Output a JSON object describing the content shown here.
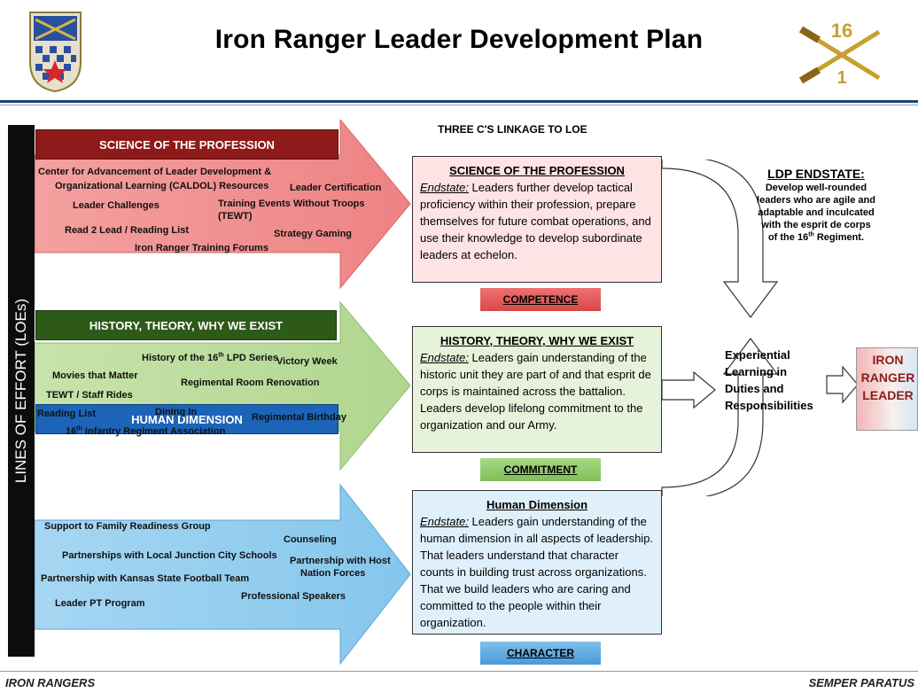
{
  "header": {
    "title": "Iron Ranger Leader Development Plan",
    "crest_emblem": "regimental-crest",
    "rifles_emblem": "crossed-rifles",
    "rifles_numbers": [
      "16",
      "1"
    ]
  },
  "sidebar": {
    "loe_label": "LINES OF EFFORT (LOEs)"
  },
  "linkage_title": "THREE C'S LINKAGE TO LOE",
  "arrows": [
    {
      "header": "SCIENCE OF THE PROFESSION",
      "color": "#f08a8a",
      "items": [
        "Center for Advancement of Leader Development &",
        "Organizational Learning (CALDOL) Resources",
        "Leader Certification",
        "Leader Challenges",
        "Training Events Without Troops",
        "(TEWT)",
        "Read 2 Lead / Reading List",
        "Strategy Gaming",
        "Iron Ranger Training Forums"
      ]
    },
    {
      "header": "HISTORY, THEORY, WHY WE EXIST",
      "color": "#b8d998",
      "items": [
        "History of the 16",
        "th",
        " LPD Series",
        "Victory Week",
        "Movies that Matter",
        "Regimental Room Renovation",
        "TEWT / Staff Rides",
        "Reading List",
        "Dining In",
        "Regimental Birthday",
        "16",
        "th",
        " Infantry Regiment Association"
      ]
    },
    {
      "header": "HUMAN DIMENSION",
      "color": "#8ccbef",
      "items": [
        "Support to Family Readiness Group",
        "Counseling",
        "Partnerships with Local Junction City Schools",
        "Partnership with Host",
        "Nation Forces",
        "Partnership with Kansas State Football Team",
        "Professional Speakers",
        "Leader PT Program"
      ]
    }
  ],
  "boxes": [
    {
      "title": "SCIENCE OF THE PROFESSION",
      "endstate_label": "Endstate:",
      "text": " Leaders further develop tactical proficiency within their profession, prepare themselves for future combat operations, and use their knowledge to develop subordinate leaders at echelon.",
      "tag": "COMPETENCE"
    },
    {
      "title": "HISTORY, THEORY, WHY WE EXIST",
      "endstate_label": "Endstate:",
      "text": " Leaders gain understanding of the historic unit they are part of and that esprit de corps is maintained across the battalion.  Leaders develop lifelong commitment to the organization and our Army.",
      "tag": "COMMITMENT"
    },
    {
      "title": "Human Dimension",
      "endstate_label": "Endstate:",
      "text": " Leaders gain understanding of the human dimension in all aspects of leadership.  That leaders understand that character counts in building trust across organizations. That we build leaders who are caring and committed to the people within their organization.",
      "tag": "CHARACTER"
    }
  ],
  "ldp": {
    "title": "LDP ENDSTATE:",
    "lines": [
      "Develop well-rounded",
      "leaders who are agile and",
      "adaptable and inculcated",
      "with the esprit de corps",
      "of the 16",
      "th",
      " Regiment."
    ]
  },
  "experiential": [
    "Experiential",
    "Learning in",
    "Duties and",
    "Responsibilities"
  ],
  "iron_ranger": [
    "IRON",
    "RANGER",
    "LEADER"
  ],
  "footer": {
    "left": "IRON RANGERS",
    "right": "SEMPER PARATUS"
  }
}
